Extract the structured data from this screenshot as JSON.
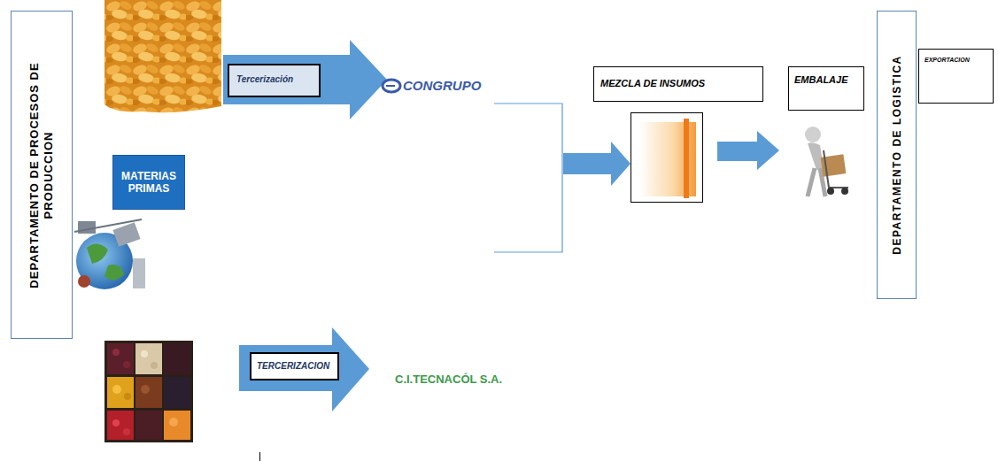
{
  "diagram": {
    "nodes": [
      {
        "text": [
          "DEPARTAMENTO DE PROCESOS DE PRODUCCION"
        ]
      },
      {
        "text": [
          "Tercerización"
        ]
      },
      {
        "text": [
          "MEZCLA DE INSUMOS"
        ]
      },
      {
        "text": [
          "EMBALAJE"
        ]
      },
      {
        "text": [
          "DEPARTAMENTO DE LOGISTICA"
        ]
      },
      {
        "text": [
          "EXPORTACION"
        ]
      },
      {
        "text": [
          "MATERIAS PRIMAS"
        ]
      },
      {
        "text": [
          "TERCERIZACION"
        ]
      }
    ],
    "labels": [
      "CONGRUPO",
      "C.I.TECNACÓL S.A."
    ]
  }
}
